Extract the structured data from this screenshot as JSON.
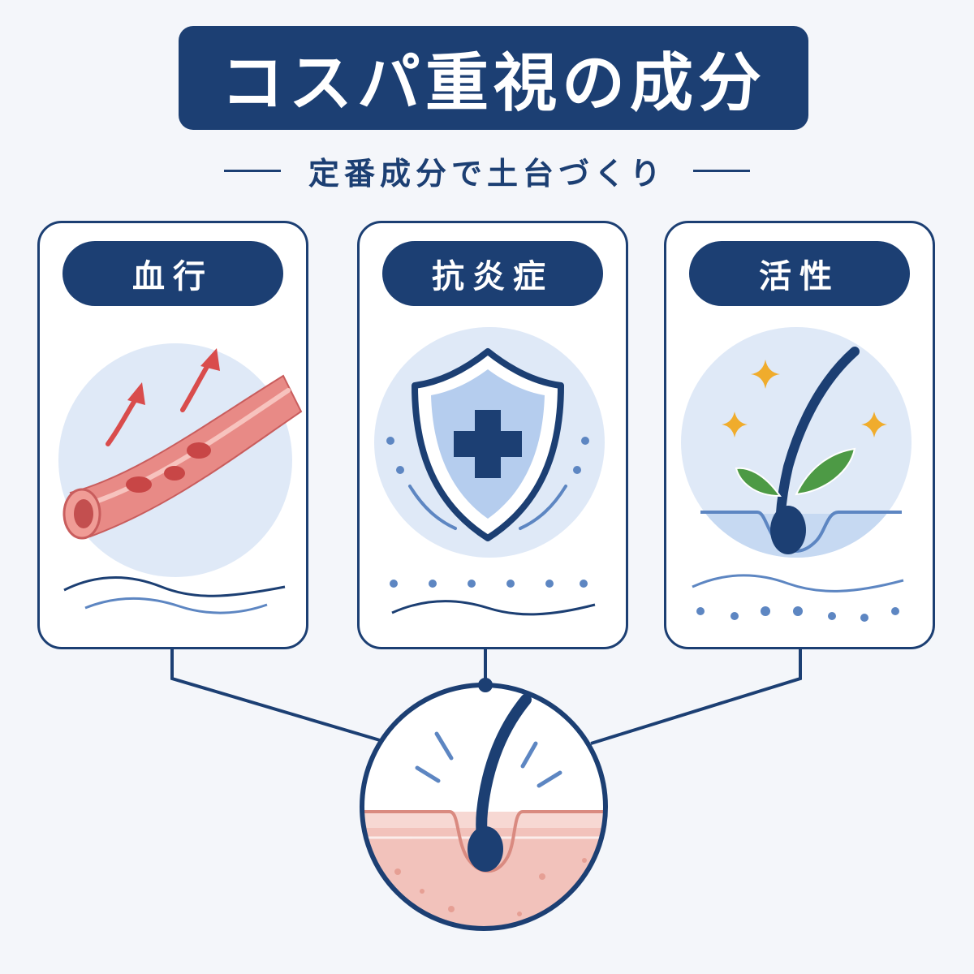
{
  "title": "コスパ重視の成分",
  "subtitle": "定番成分で土台づくり",
  "cards": [
    {
      "label": "血行",
      "icon": "blood-vessel-icon"
    },
    {
      "label": "抗炎症",
      "icon": "shield-cross-icon"
    },
    {
      "label": "活性",
      "icon": "hair-sprout-icon"
    }
  ],
  "center_icon": "hair-follicle-icon",
  "colors": {
    "navy": "#1c3f73",
    "light_blue": "#dfe9f7",
    "vessel_red": "#e06f6f",
    "arrow_red": "#d94c4c",
    "leaf_green": "#4d9a45",
    "sparkle_gold": "#f0ac2c",
    "skin_pink": "#f2c2bb",
    "background": "#f4f6fa"
  }
}
